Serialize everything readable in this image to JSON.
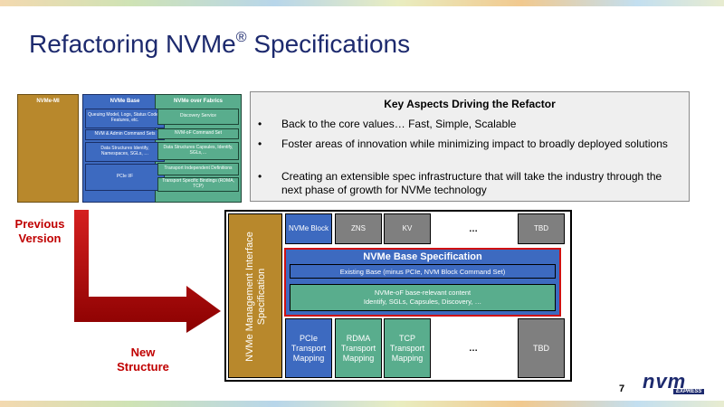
{
  "title": {
    "text": "Refactoring NVMe",
    "sup": "®",
    "tail": " Specifications"
  },
  "previous": {
    "headers": [
      "NVMe-MI",
      "NVMe Base",
      "NVMe over Fabrics"
    ],
    "base_cells": [
      "Queuing Model, Logs, Status Codes, Features, etc.",
      "NVM & Admin Command Sets",
      "Data Structures Identify, Namespaces, SGLs, …",
      "PCIe I/F"
    ],
    "fabric_cells": [
      "Discovery Service",
      "NVM-oF Command Set",
      "Data Structures Capsules, Identify, SGLs,…",
      "Transport Independent Definitions",
      "Transport Specific Bindings (RDMA, TCP)"
    ]
  },
  "key_aspects": {
    "title": "Key Aspects Driving the Refactor",
    "bullets": [
      "Back to the core values… Fast, Simple, Scalable",
      "Foster areas of innovation while minimizing impact to broadly deployed solutions",
      "Creating an extensible spec infrastructure that will take the industry through the next phase of growth for NVMe technology"
    ],
    "bullet_char": "•"
  },
  "labels": {
    "previous": "Previous Version",
    "new": "New Structure"
  },
  "new_structure": {
    "mgmt": "NVMe Management Interface Specification",
    "top": [
      "NVMe Block",
      "ZNS",
      "KV",
      "…",
      "TBD"
    ],
    "base_title": "NVMe Base Specification",
    "existing": "Existing Base (minus PCIe, NVM Block Command Set)",
    "nvmeof_line1": "NVMe-oF base-relevant content",
    "nvmeof_line2": "Identify, SGLs, Capsules, Discovery, …",
    "bottom": [
      "PCIe Transport Mapping",
      "RDMA Transport Mapping",
      "TCP Transport Mapping",
      "…",
      "TBD"
    ]
  },
  "footer": {
    "page": "7",
    "logo": "nvm",
    "logo_sub": "EXPRESS"
  },
  "colors": {
    "title": "#1d2a6e",
    "blue": "#3d6ac0",
    "green": "#59ad8d",
    "gold": "#b8882c",
    "gray": "#7f7f7f",
    "red": "#c00000"
  }
}
